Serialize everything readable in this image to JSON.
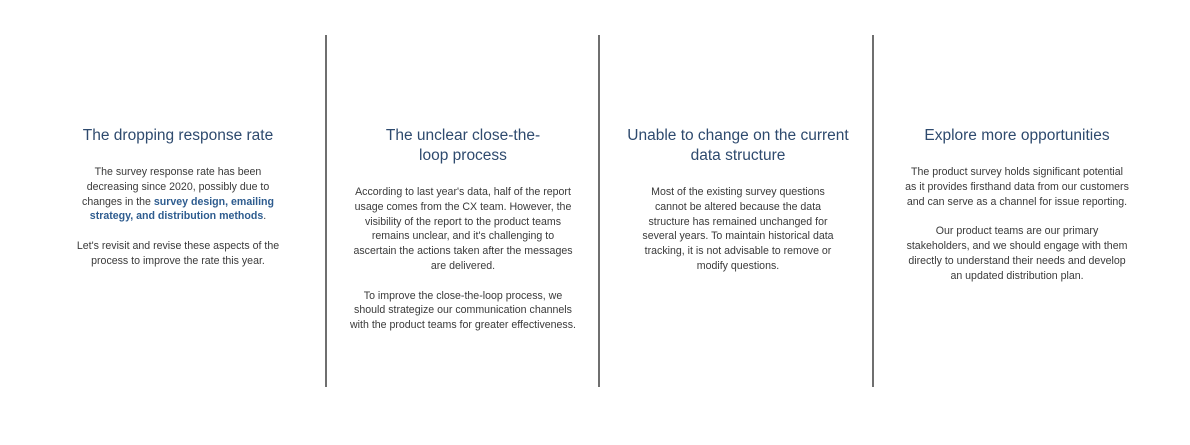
{
  "columns": [
    {
      "title": "The dropping response rate",
      "p1_pre": "The survey response rate has been decreasing since 2020, possibly due to changes in the ",
      "p1_hl": "survey design, emailing strategy, and distribution methods",
      "p1_post": ".",
      "p2": "Let's revisit and revise these aspects of the process to improve the rate this year."
    },
    {
      "title": "The unclear close-the-loop process",
      "p1": "According to last year's data, half of the report usage comes from the CX team. However, the visibility of the report to the product teams remains unclear, and it's challenging to ascertain the actions taken after the messages are delivered.",
      "p2": "To improve the close-the-loop process, we should strategize our communication channels with the product teams for greater effectiveness."
    },
    {
      "title": "Unable to change on the current data structure",
      "p1": "Most of the existing survey questions cannot be altered because the data structure has remained unchanged for several years. To maintain historical data tracking, it is not advisable to remove or modify questions."
    },
    {
      "title": "Explore more opportunities",
      "p1": "The product survey holds significant potential as it provides firsthand data from our customers and can serve as a channel for issue reporting.",
      "p2": "Our product teams are our primary stakeholders, and we should engage with them directly to understand their needs and develop an updated distribution plan."
    }
  ],
  "colors": {
    "title": "#2e4a6e",
    "body": "#3a3a3a",
    "highlight": "#2e5c8f",
    "divider": "#6f6f6f"
  }
}
